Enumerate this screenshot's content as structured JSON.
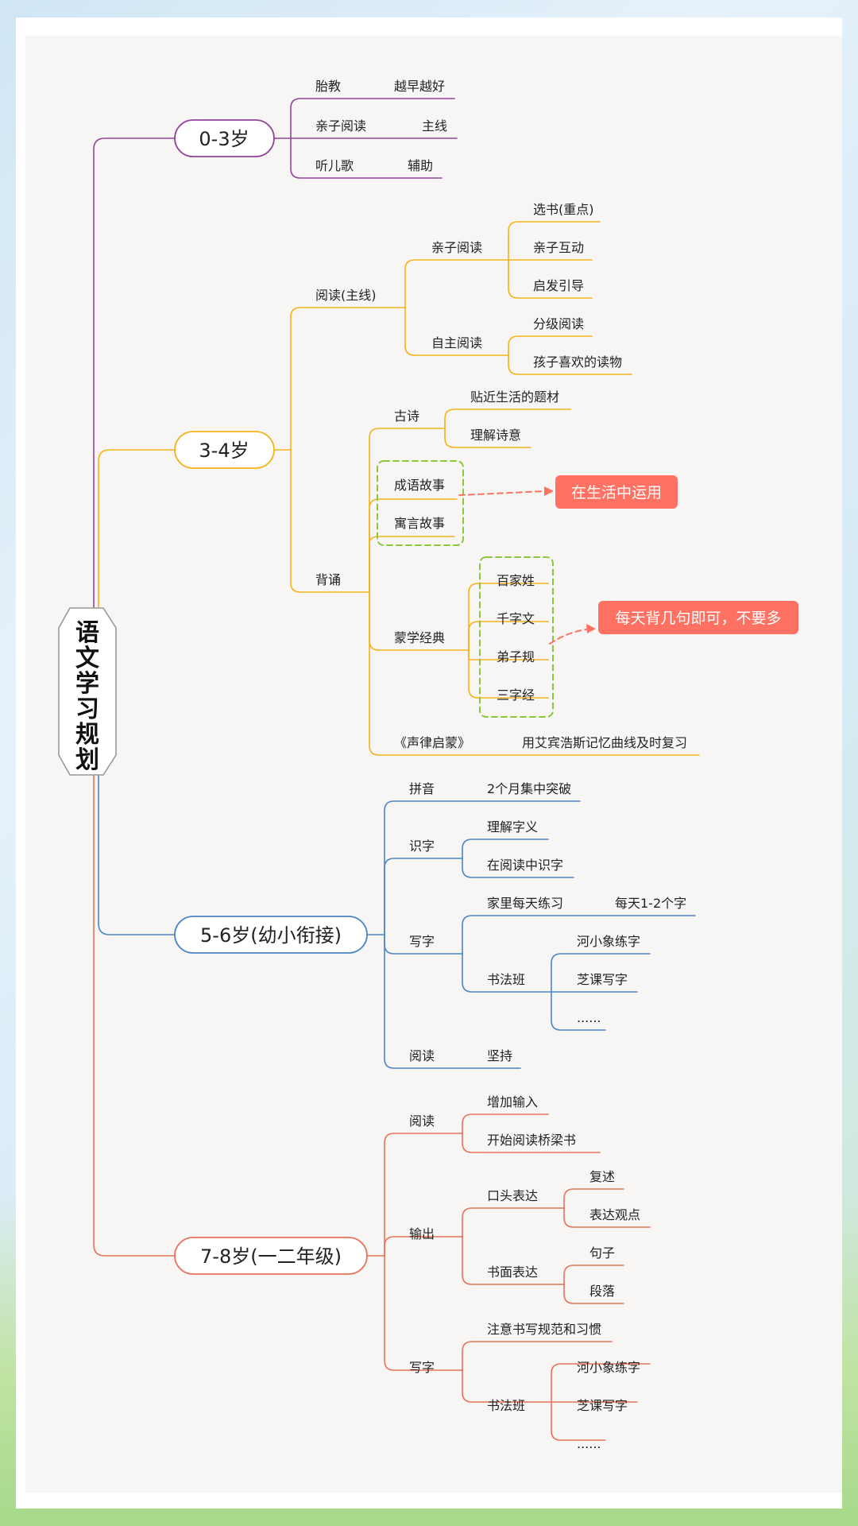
{
  "colors": {
    "purple": "#93449a",
    "orange": "#f4b21b",
    "blue": "#4a86c8",
    "red": "#e8735a",
    "dashed": "#8cc63f",
    "note": "#ff7263"
  },
  "root": {
    "title": "语文学习规划"
  },
  "stages": {
    "s0": {
      "label": "0-3岁",
      "t1": "胎教",
      "t1b": "越早越好",
      "t2": "亲子阅读",
      "t2b": "主线",
      "t3": "听儿歌",
      "t3b": "辅助"
    },
    "s1": {
      "label": "3-4岁",
      "read": "阅读(主线)",
      "parent": "亲子阅读",
      "p1": "选书(重点)",
      "p2": "亲子互动",
      "p3": "启发引导",
      "self": "自主阅读",
      "a1": "分级阅读",
      "a2": "孩子喜欢的读物",
      "recite": "背诵",
      "poem": "古诗",
      "poem1": "贴近生活的题材",
      "poem2": "理解诗意",
      "idiom": "成语故事",
      "fable": "寓言故事",
      "classic": "蒙学经典",
      "c1": "百家姓",
      "c2": "千字文",
      "c3": "弟子规",
      "c4": "三字经",
      "rhyme": "《声律启蒙》",
      "rhyme_note": "用艾宾浩斯记忆曲线及时复习",
      "note1": "在生活中运用",
      "note2": "每天背几句即可，不要多"
    },
    "s2": {
      "label": "5-6岁(幼小衔接)",
      "pinyin": "拼音",
      "pinyin1": "2个月集中突破",
      "shizi": "识字",
      "shizi1": "理解字义",
      "shizi2": "在阅读中识字",
      "xiezi": "写字",
      "home": "家里每天练习",
      "home1": "每天1-2个字",
      "class": "书法班",
      "cl1": "河小象练字",
      "cl2": "芝课写字",
      "cl3": "......",
      "read": "阅读",
      "read1": "坚持"
    },
    "s3": {
      "label": "7-8岁(一二年级)",
      "read": "阅读",
      "read1": "增加输入",
      "read2": "开始阅读桥梁书",
      "output": "输出",
      "oral": "口头表达",
      "oral1": "复述",
      "oral2": "表达观点",
      "written": "书面表达",
      "w1": "句子",
      "w2": "段落",
      "write": "写字",
      "write1": "注意书写规范和习惯",
      "class": "书法班",
      "cl1": "河小象练字",
      "cl2": "芝课写字",
      "cl3": "......"
    }
  }
}
